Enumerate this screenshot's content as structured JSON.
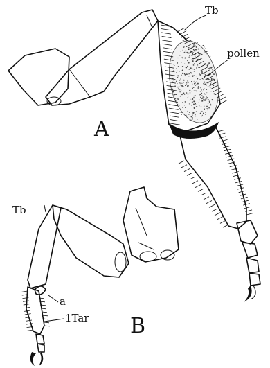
{
  "figure": {
    "labels": {
      "panel_a": "A",
      "panel_b": "B",
      "tibia_a": "Tb",
      "pollen": "pollen",
      "tibia_b": "Tb",
      "a": "a",
      "tarsus": "1Tar"
    }
  }
}
